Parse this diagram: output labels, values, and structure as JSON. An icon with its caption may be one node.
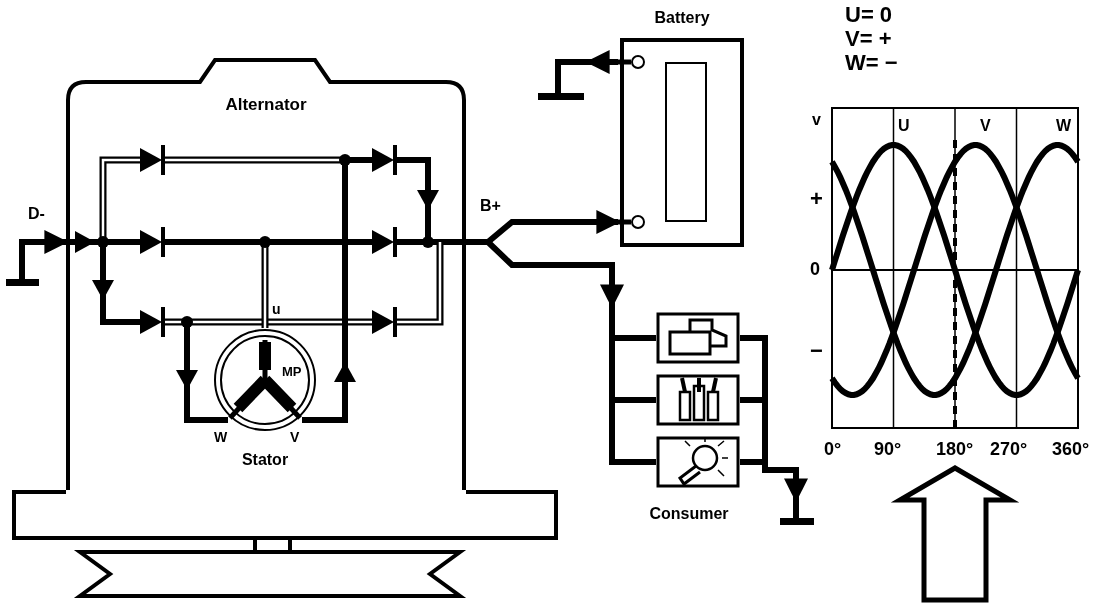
{
  "diagram": {
    "nodes": [
      {
        "text": [
          "Alternator"
        ]
      },
      {
        "text": [
          "Stator"
        ],
        "in": 0,
        "beside": [
          "W",
          "V"
        ]
      },
      {
        "text": [
          "Battery"
        ]
      },
      {
        "text": [
          "Consumer"
        ]
      },
      {
        "text": [],
        "shape": "picture",
        "in": 3
      },
      {
        "text": [],
        "shape": "picture",
        "in": 3
      },
      {
        "text": [],
        "shape": "picture",
        "in": 3
      },
      {
        "text": [],
        "shape": "ground"
      },
      {
        "text": [],
        "shape": "ground"
      },
      {
        "text": [],
        "shape": "ground"
      }
    ],
    "edges": [
      {
        "from": 9,
        "to": 0,
        "arrow": "to"
      },
      {
        "from": 0,
        "to": 2,
        "arrow": "to"
      },
      {
        "from": 0,
        "to": 3,
        "arrow": "to"
      },
      {
        "from": 2,
        "to": 7,
        "arrow": "to"
      },
      {
        "from": 3,
        "to": 8,
        "arrow": "to"
      },
      {
        "from": 4,
        "to": 5,
        "arrow": "none"
      },
      {
        "from": 5,
        "to": 6,
        "arrow": "none"
      },
      {
        "from": 4,
        "to": 5,
        "arrow": "none"
      },
      {
        "from": 5,
        "to": 6,
        "arrow": "none"
      }
    ],
    "labels": [
      "U= 0",
      "V= +",
      "W= −",
      "D-",
      "B+",
      "u",
      "MP",
      "v",
      "U",
      "V",
      "W",
      "+",
      "0",
      "−",
      "0°",
      "90°",
      "180°",
      "270°",
      "360°"
    ]
  }
}
